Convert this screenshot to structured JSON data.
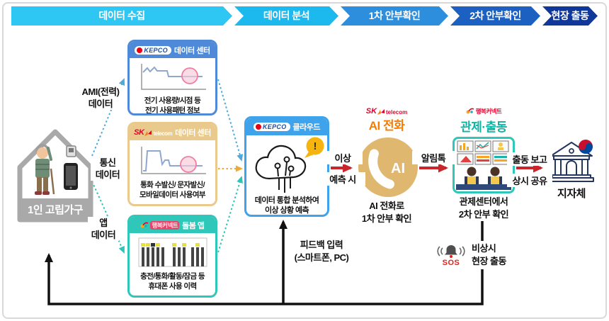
{
  "stages": [
    {
      "label": "데이터 수집",
      "color": "#2ec6f2"
    },
    {
      "label": "데이터 분석",
      "color": "#1cb9ee"
    },
    {
      "label": "1차 안부확인",
      "color": "#2e8ede"
    },
    {
      "label": "2차 안부확인",
      "color": "#1c60c2"
    },
    {
      "label": "현장 출동",
      "color": "#10389a"
    }
  ],
  "household": {
    "label": "1인 고립가구"
  },
  "data_inputs": [
    {
      "line1": "AMI(전력)",
      "line2": "데이터"
    },
    {
      "line1": "통신",
      "line2": "데이터"
    },
    {
      "line1": "앱",
      "line2": "데이터"
    }
  ],
  "logos": {
    "kepco": "KEPCO",
    "sk": "SK",
    "sk_telecom": "telecom",
    "happy_connect": "행복커넥트"
  },
  "boxes": {
    "electric": {
      "header": "데이터 센터",
      "desc1": "전기 사용량/시점 등",
      "desc2": "전기 사용패턴 정보"
    },
    "telecom": {
      "header": "데이터 센터",
      "desc1": "통화 수발신/ 문자발신/",
      "desc2": "모바일데이터 사용여부"
    },
    "care_app": {
      "header": "돌봄 앱",
      "desc1": "충전/통화/활동/잠금 등",
      "desc2": "휴대폰 사용 이력"
    }
  },
  "cloud": {
    "header": "클라우드",
    "alert": "!",
    "desc1": "데이터 통합 분석하여",
    "desc2": "이상 상황 예측"
  },
  "ai_call": {
    "title": "AI 전화",
    "badge": "AI",
    "desc1": "AI 전화로",
    "desc2": "1차 안부 확인"
  },
  "control": {
    "title": "관제·출동",
    "desc1": "관제센터에서",
    "desc2": "2차 안부 확인"
  },
  "government": {
    "label": "지자체"
  },
  "flow_labels": {
    "predict1": "이상",
    "predict2": "예측 시",
    "alimtalk": "알림톡",
    "report1": "출동 보고",
    "report2": "상시 공유"
  },
  "feedback": {
    "line1": "피드백 입력",
    "line2": "(스마트폰, PC)"
  },
  "emergency": {
    "sos": "SOS",
    "line1": "비상시",
    "line2": "현장 출동"
  },
  "colors": {
    "stage_cyan": "#2ec6f2",
    "stage_navy": "#10389a",
    "kepco_blue": "#4e8ad8",
    "cloud_blue": "#3fa3ec",
    "sk_tan": "#e9c98c",
    "care_teal": "#2fc7b9",
    "ai_orange": "#f57c00",
    "ai_gold": "#dfb76f",
    "arrow_red": "#c9252b",
    "control_teal": "#10b3a3",
    "sk_red": "#e4002b",
    "kepco_logo_red": "#e60012",
    "kepco_logo_blue": "#1b4fa0",
    "line_black": "#111111",
    "house_gray": "#a9a9a9"
  }
}
